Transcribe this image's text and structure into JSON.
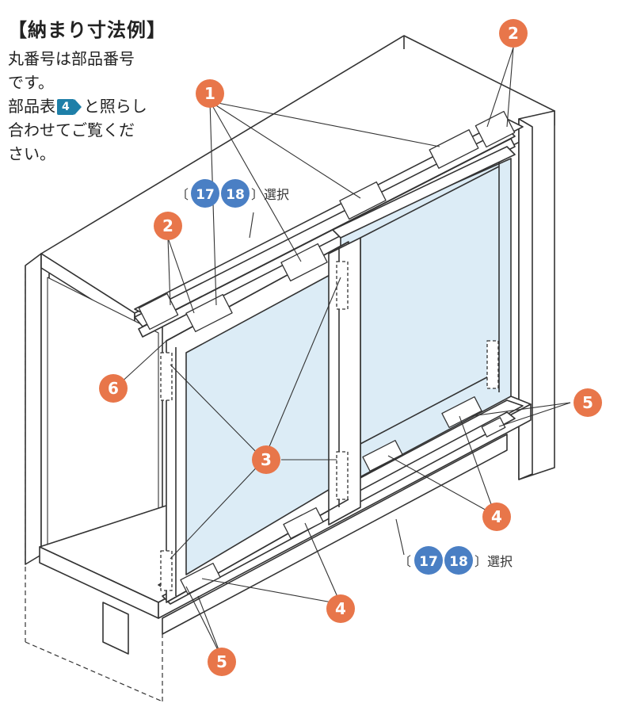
{
  "caption": {
    "title": "【納まり寸法例】",
    "line1": "丸番号は部品番号",
    "line2": "です。",
    "line3_pre": "部品表",
    "line3_ref": "4",
    "line3_post": "と照らし",
    "line4": "合わせてご覧くだ",
    "line5": "さい。"
  },
  "select_labels": {
    "top": {
      "a": "17",
      "b": "18",
      "open": "〔",
      "close": "〕選択"
    },
    "bottom": {
      "a": "17",
      "b": "18",
      "open": "〔",
      "close": "〕選択"
    }
  },
  "callouts": {
    "n1": "1",
    "n2a": "2",
    "n2b": "2",
    "n3": "3",
    "n4a": "4",
    "n4b": "4",
    "n5a": "5",
    "n5b": "5",
    "n6": "6"
  },
  "colors": {
    "callout": "#e8764a",
    "select_badge": "#4a7fc4",
    "glass": "#dcecf6",
    "line": "#333333"
  }
}
